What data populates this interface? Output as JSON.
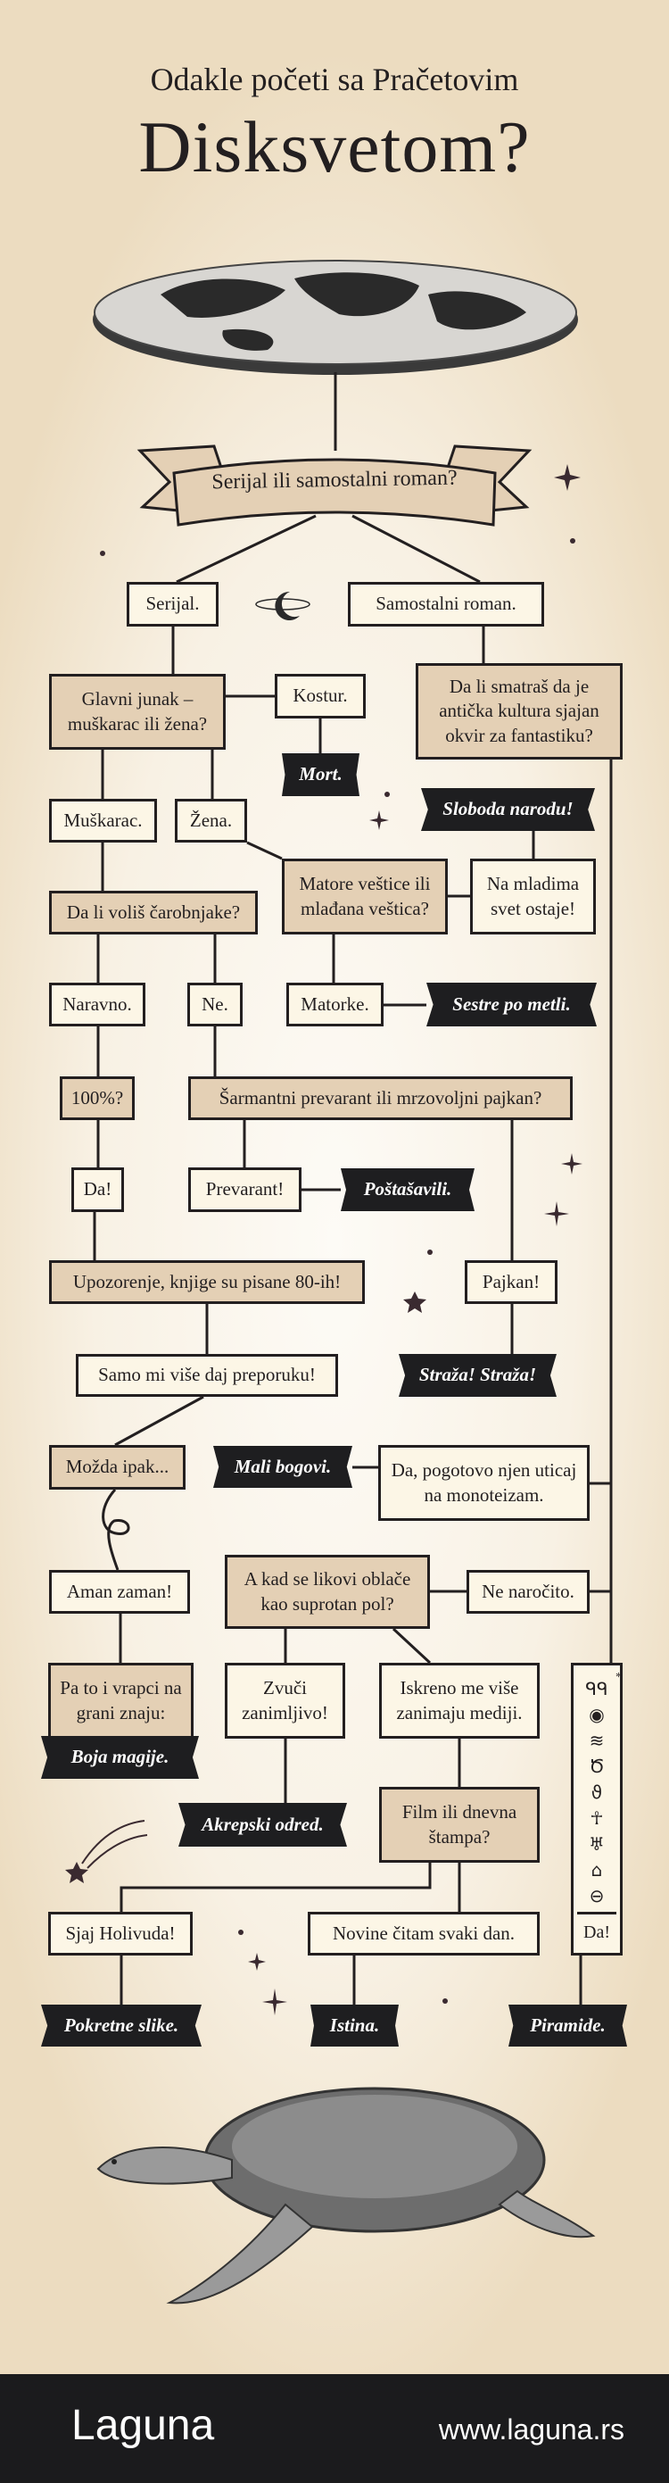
{
  "header": {
    "subtitle": "Odakle početi sa Pračetovim",
    "title": "Disksvetom?"
  },
  "banner": "Serijal ili samostalni roman?",
  "nodes": {
    "serijal": "Serijal.",
    "samostalni": "Samostalni roman.",
    "glavni": "Glavni junak – muškarac ili žena?",
    "kostur": "Kostur.",
    "mort": "Mort.",
    "smatras": "Da li smatraš da je antička kultura sjajan okvir za fantastiku?",
    "muskarac": "Muškarac.",
    "zena": "Žena.",
    "sloboda": "Sloboda narodu!",
    "matore": "Matore veštice ili mlađana veštica?",
    "mladima": "Na mladima svet ostaje!",
    "volis": "Da li voliš čarobnjake?",
    "naravno": "Naravno.",
    "ne": "Ne.",
    "matorke": "Matorke.",
    "sestre": "Sestre po metli.",
    "sto": "100%?",
    "sarmantni": "Šarmantni prevarant ili mrzovoljni pajkan?",
    "da1": "Da!",
    "prevarant": "Prevarant!",
    "postasavili": "Poštašavili.",
    "upozorenje": "Upozorenje, knjige su pisane 80-ih!",
    "pajkan": "Pajkan!",
    "samomi": "Samo mi više daj preporuku!",
    "straza": "Straža! Straža!",
    "mozda": "Možda ipak...",
    "mali": "Mali bogovi.",
    "pogotovo": "Da, pogotovo njen uticaj na monoteizam.",
    "aman": "Aman zaman!",
    "akad": "A kad se likovi oblače kao suprotan pol?",
    "nenarocito": "Ne naročito.",
    "vrapci": "Pa to i vrapci na grani znaju:",
    "boja": "Boja magije.",
    "zvuci": "Zvuči zanimljivo!",
    "iskreno": "Iskreno me više zanimaju mediji.",
    "akrepski": "Akrepski odred.",
    "film": "Film ili dnevna štampa?",
    "sjaj": "Sjaj Holivuda!",
    "novine": "Novine čitam svaki dan.",
    "pokretne": "Pokretne slike.",
    "istina": "Istina.",
    "piramide": "Piramide.",
    "hiero_da": "Da!",
    "asterisk": "*"
  },
  "footer": {
    "logo": "Laguna",
    "url": "www.laguna.rs"
  },
  "colors": {
    "ink": "#231f20",
    "question": "#e4d0b5",
    "answer": "#fcf6e6",
    "ribbon": "#1e1e20"
  }
}
